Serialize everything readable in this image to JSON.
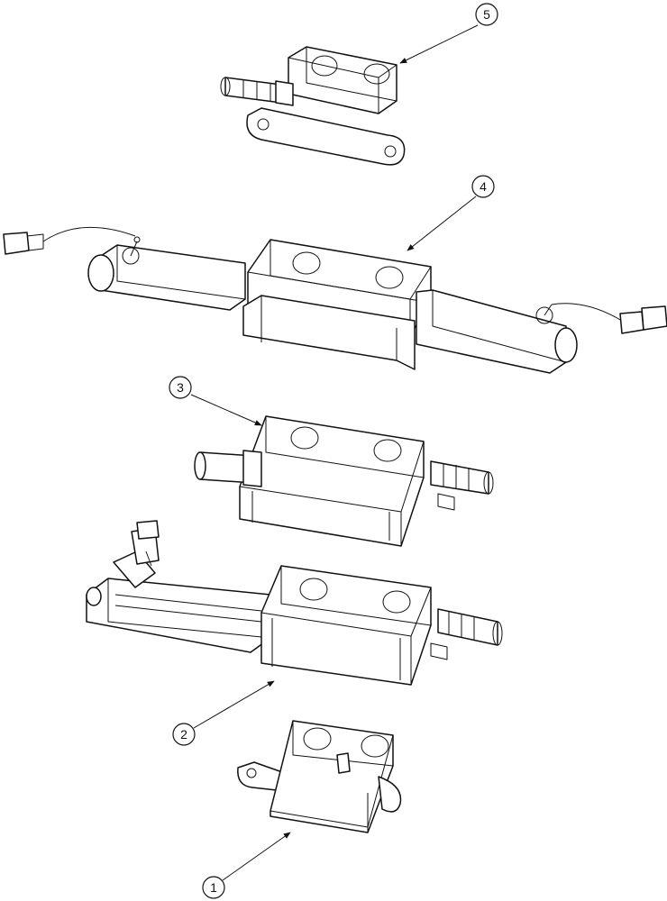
{
  "callouts": [
    {
      "label": "1"
    },
    {
      "label": "2"
    },
    {
      "label": "3"
    },
    {
      "label": "4"
    },
    {
      "label": "5"
    }
  ],
  "line_color": "#111111",
  "background": "#ffffff"
}
